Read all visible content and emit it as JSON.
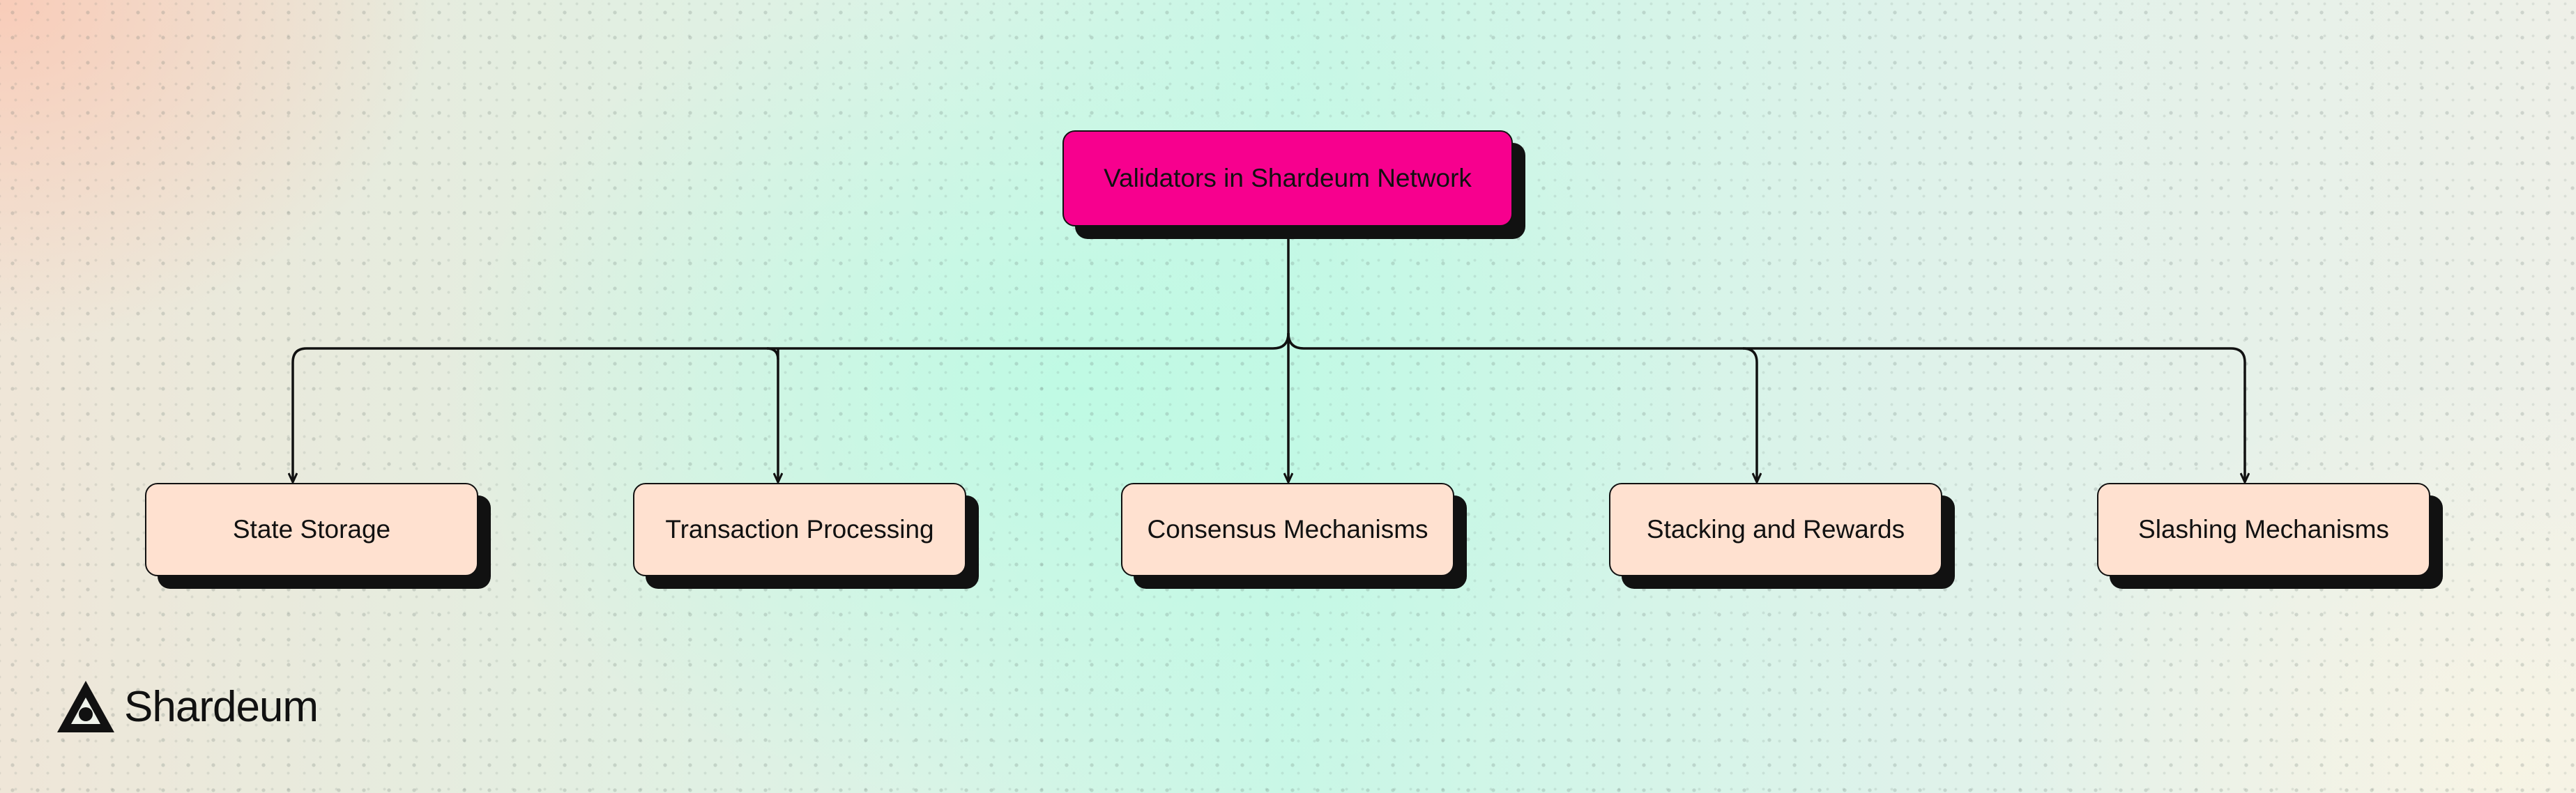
{
  "diagram": {
    "root": {
      "label": "Validators in Shardeum Network"
    },
    "children": [
      {
        "label": "State Storage"
      },
      {
        "label": "Transaction Processing"
      },
      {
        "label": "Consensus Mechanisms"
      },
      {
        "label": "Stacking and Rewards"
      },
      {
        "label": "Slashing Mechanisms"
      }
    ]
  },
  "brand": {
    "name": "Shardeum",
    "logo_icon": "shardeum-triangle-icon"
  },
  "colors": {
    "root_fill": "#f7008e",
    "child_fill": "#ffe1d0",
    "stroke": "#111111",
    "shadow": "#111111"
  }
}
